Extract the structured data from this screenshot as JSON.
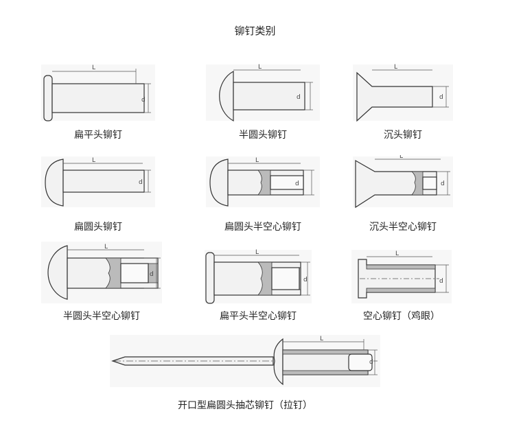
{
  "title": "铆钉类别",
  "dim_l": "L",
  "dim_d": "d",
  "rivets": [
    {
      "label": "扁平头铆钉"
    },
    {
      "label": "半圆头铆钉"
    },
    {
      "label": "沉头铆钉"
    },
    {
      "label": "扁圆头铆钉"
    },
    {
      "label": "扁圆头半空心铆钉"
    },
    {
      "label": "沉头半空心铆钉"
    },
    {
      "label": "半圆头半空心铆钉"
    },
    {
      "label": "扁平头半空心铆钉"
    },
    {
      "label": "空心铆钉（鸡眼）"
    },
    {
      "label": "开口型扁圆头抽芯铆钉（拉钉）"
    }
  ]
}
